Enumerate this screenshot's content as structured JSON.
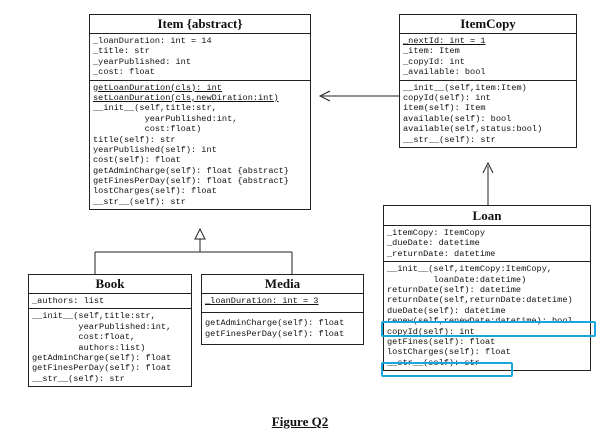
{
  "item": {
    "name": "Item {abstract}",
    "attributes": [
      "_loanDuration: int = 14",
      "_title: str",
      "_yearPublished: int",
      "_cost: float"
    ],
    "methods": [
      {
        "text": "getLoanDuration(cls): int",
        "static": true
      },
      {
        "text": "setLoanDuration(cls,newDiration:int)",
        "static": true
      },
      {
        "text": "__init__(self,title:str,",
        "static": false
      },
      {
        "text": "          yearPublished:int,",
        "static": false
      },
      {
        "text": "          cost:float)",
        "static": false
      },
      {
        "text": "title(self): str",
        "static": false
      },
      {
        "text": "yearPublished(self): int",
        "static": false
      },
      {
        "text": "cost(self): float",
        "static": false
      },
      {
        "text": "getAdminCharge(self): float {abstract}",
        "static": false
      },
      {
        "text": "getFinesPerDay(self): float {abstract}",
        "static": false
      },
      {
        "text": "lostCharges(self): float",
        "static": false
      },
      {
        "text": "__str__(self): str",
        "static": false
      }
    ]
  },
  "itemcopy": {
    "name": "ItemCopy",
    "attributes": [
      {
        "text": "_nextId: int = 1",
        "static": true
      },
      {
        "text": "_item: Item",
        "static": false
      },
      {
        "text": "_copyId: int",
        "static": false
      },
      {
        "text": "_available: bool",
        "static": false
      }
    ],
    "methods": [
      "__init__(self,item:Item)",
      "copyId(self): int",
      "item(self): Item",
      "available(self): bool",
      "available(self,status:bool)",
      "__str__(self): str"
    ]
  },
  "book": {
    "name": "Book",
    "attributes": [
      "_authors: list"
    ],
    "methods": [
      "__init__(self,title:str,",
      "         yearPublished:int,",
      "         cost:float,",
      "         authors:list)",
      "getAdminCharge(self): float",
      "getFinesPerDay(self): float",
      "__str__(self): str"
    ]
  },
  "media": {
    "name": "Media",
    "attributes": [
      {
        "text": "_loanDuration: int = 3",
        "static": true
      }
    ],
    "methods": [
      "getAdminCharge(self): float",
      "getFinesPerDay(self): float"
    ]
  },
  "loan": {
    "name": "Loan",
    "attributes": [
      "_itemCopy: ItemCopy",
      "_dueDate: datetime",
      "_returnDate: datetime"
    ],
    "methods": [
      "__init__(self,itemCopy:ItemCopy,",
      "         loanDate:datetime)",
      "returnDate(self): datetime",
      "returnDate(self,returnDate:datetime)",
      "dueDate(self): datetime",
      "renew(self,renewDate:datetime): bool",
      "copyId(self): int",
      "getFines(self): float",
      "lostCharges(self): float",
      "__str__(self): str"
    ]
  },
  "caption": "Figure Q2",
  "colors": {
    "line": "#222222",
    "highlight": "#1aa5dc"
  }
}
